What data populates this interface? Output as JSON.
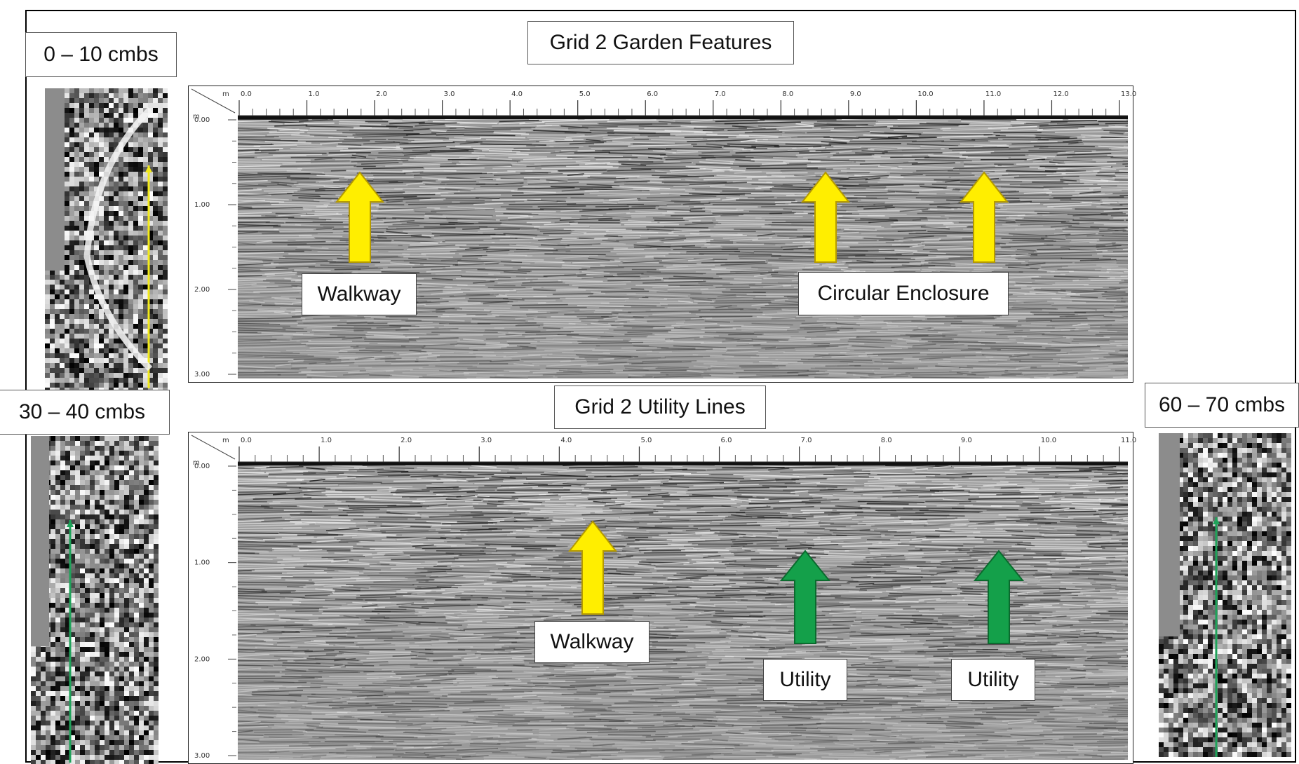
{
  "insets": {
    "top_left": {
      "label": "0 – 10 cmbs",
      "line_color": "#f2ea1a"
    },
    "bottom_left": {
      "label": "30 – 40 cmbs",
      "line_color": "#1fa35a"
    },
    "bottom_right": {
      "label": "60 – 70 cmbs",
      "line_color": "#1fa35a"
    }
  },
  "profiles": {
    "top": {
      "title": "Grid 2 Garden Features",
      "x_unit": "m",
      "y_unit": "m",
      "x_ticks": [
        "0.0",
        "1.0",
        "2.0",
        "3.0",
        "4.0",
        "5.0",
        "6.0",
        "7.0",
        "8.0",
        "9.0",
        "10.0",
        "11.0",
        "12.0",
        "13.0"
      ],
      "y_ticks": [
        "0.00",
        "1.00",
        "2.00",
        "3.00"
      ],
      "annotations": [
        {
          "text": "Walkway",
          "arrow_color": "#ffee00",
          "arrow_count": 1
        },
        {
          "text": "Circular Enclosure",
          "arrow_color": "#ffee00",
          "arrow_count": 2
        }
      ]
    },
    "bottom": {
      "title": "Grid 2 Utility Lines",
      "x_unit": "m",
      "y_unit": "m",
      "x_ticks": [
        "0.0",
        "1.0",
        "2.0",
        "3.0",
        "4.0",
        "5.0",
        "6.0",
        "7.0",
        "8.0",
        "9.0",
        "10.0",
        "11.0"
      ],
      "y_ticks": [
        "0.00",
        "1.00",
        "2.00",
        "3.00"
      ],
      "annotations": [
        {
          "text": "Walkway",
          "arrow_color": "#ffee00"
        },
        {
          "text": "Utility",
          "arrow_color": "#14a04a"
        },
        {
          "text": "Utility",
          "arrow_color": "#14a04a"
        }
      ]
    }
  }
}
